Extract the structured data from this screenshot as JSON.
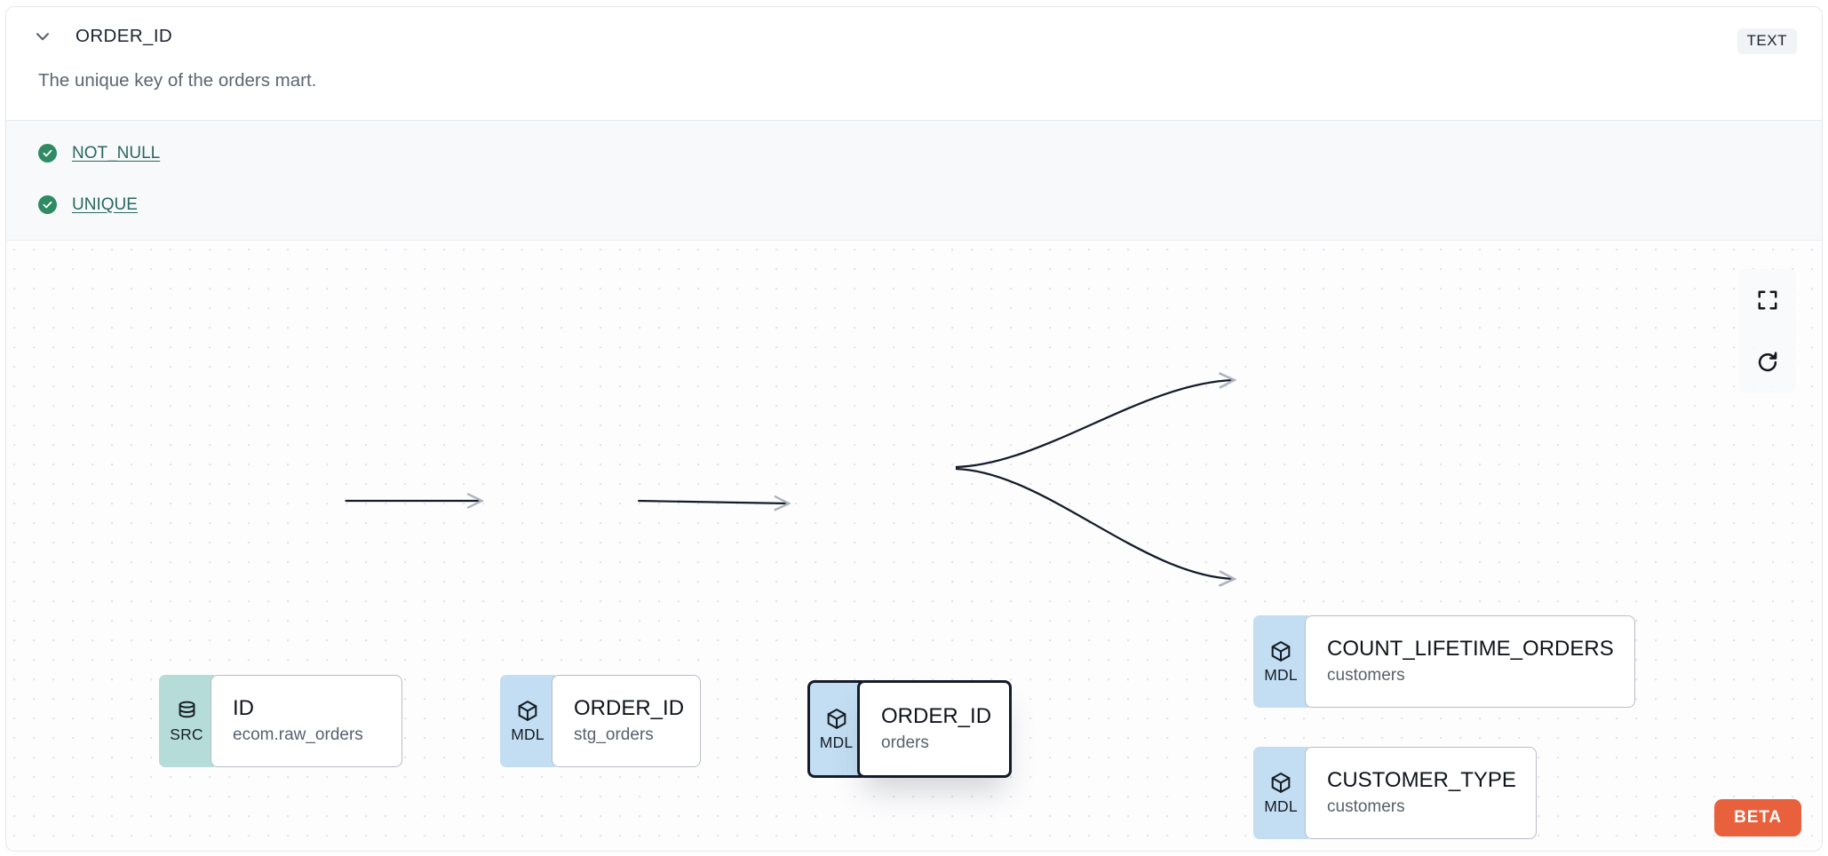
{
  "header": {
    "collapse_icon": "chevron-down-icon",
    "column_name": "ORDER_ID",
    "type_badge": "TEXT"
  },
  "description": "The unique key of the orders mart.",
  "tests": {
    "items": [
      {
        "status_icon": "check-circle-icon",
        "label": "NOT_NULL",
        "status": "pass"
      },
      {
        "status_icon": "check-circle-icon",
        "label": "UNIQUE",
        "status": "pass"
      }
    ]
  },
  "lineage": {
    "nodes": [
      {
        "id": "src",
        "badge": "SRC",
        "badge_icon": "database-icon",
        "name": "ID",
        "subtitle": "ecom.raw_orders",
        "selected": false
      },
      {
        "id": "stg",
        "badge": "MDL",
        "badge_icon": "cube-icon",
        "name": "ORDER_ID",
        "subtitle": "stg_orders",
        "selected": false
      },
      {
        "id": "orders",
        "badge": "MDL",
        "badge_icon": "cube-icon",
        "name": "ORDER_ID",
        "subtitle": "orders",
        "selected": true
      },
      {
        "id": "count",
        "badge": "MDL",
        "badge_icon": "cube-icon",
        "name": "COUNT_LIFETIME_ORDERS",
        "subtitle": "customers",
        "selected": false
      },
      {
        "id": "ctype",
        "badge": "MDL",
        "badge_icon": "cube-icon",
        "name": "CUSTOMER_TYPE",
        "subtitle": "customers",
        "selected": false
      }
    ],
    "edges": [
      {
        "from": "src",
        "to": "stg"
      },
      {
        "from": "stg",
        "to": "orders"
      },
      {
        "from": "orders",
        "to": "count"
      },
      {
        "from": "orders",
        "to": "ctype"
      }
    ],
    "controls": [
      {
        "id": "fit-view",
        "icon": "fit-view-icon"
      },
      {
        "id": "reset",
        "icon": "refresh-icon"
      }
    ],
    "beta_label": "BETA"
  },
  "colors": {
    "src_badge": "#b5dcd9",
    "mdl_badge": "#c3def3",
    "beta": "#e8603c",
    "test_pass": "#2e8b63",
    "link": "#29685f",
    "edge": "#141b29"
  }
}
